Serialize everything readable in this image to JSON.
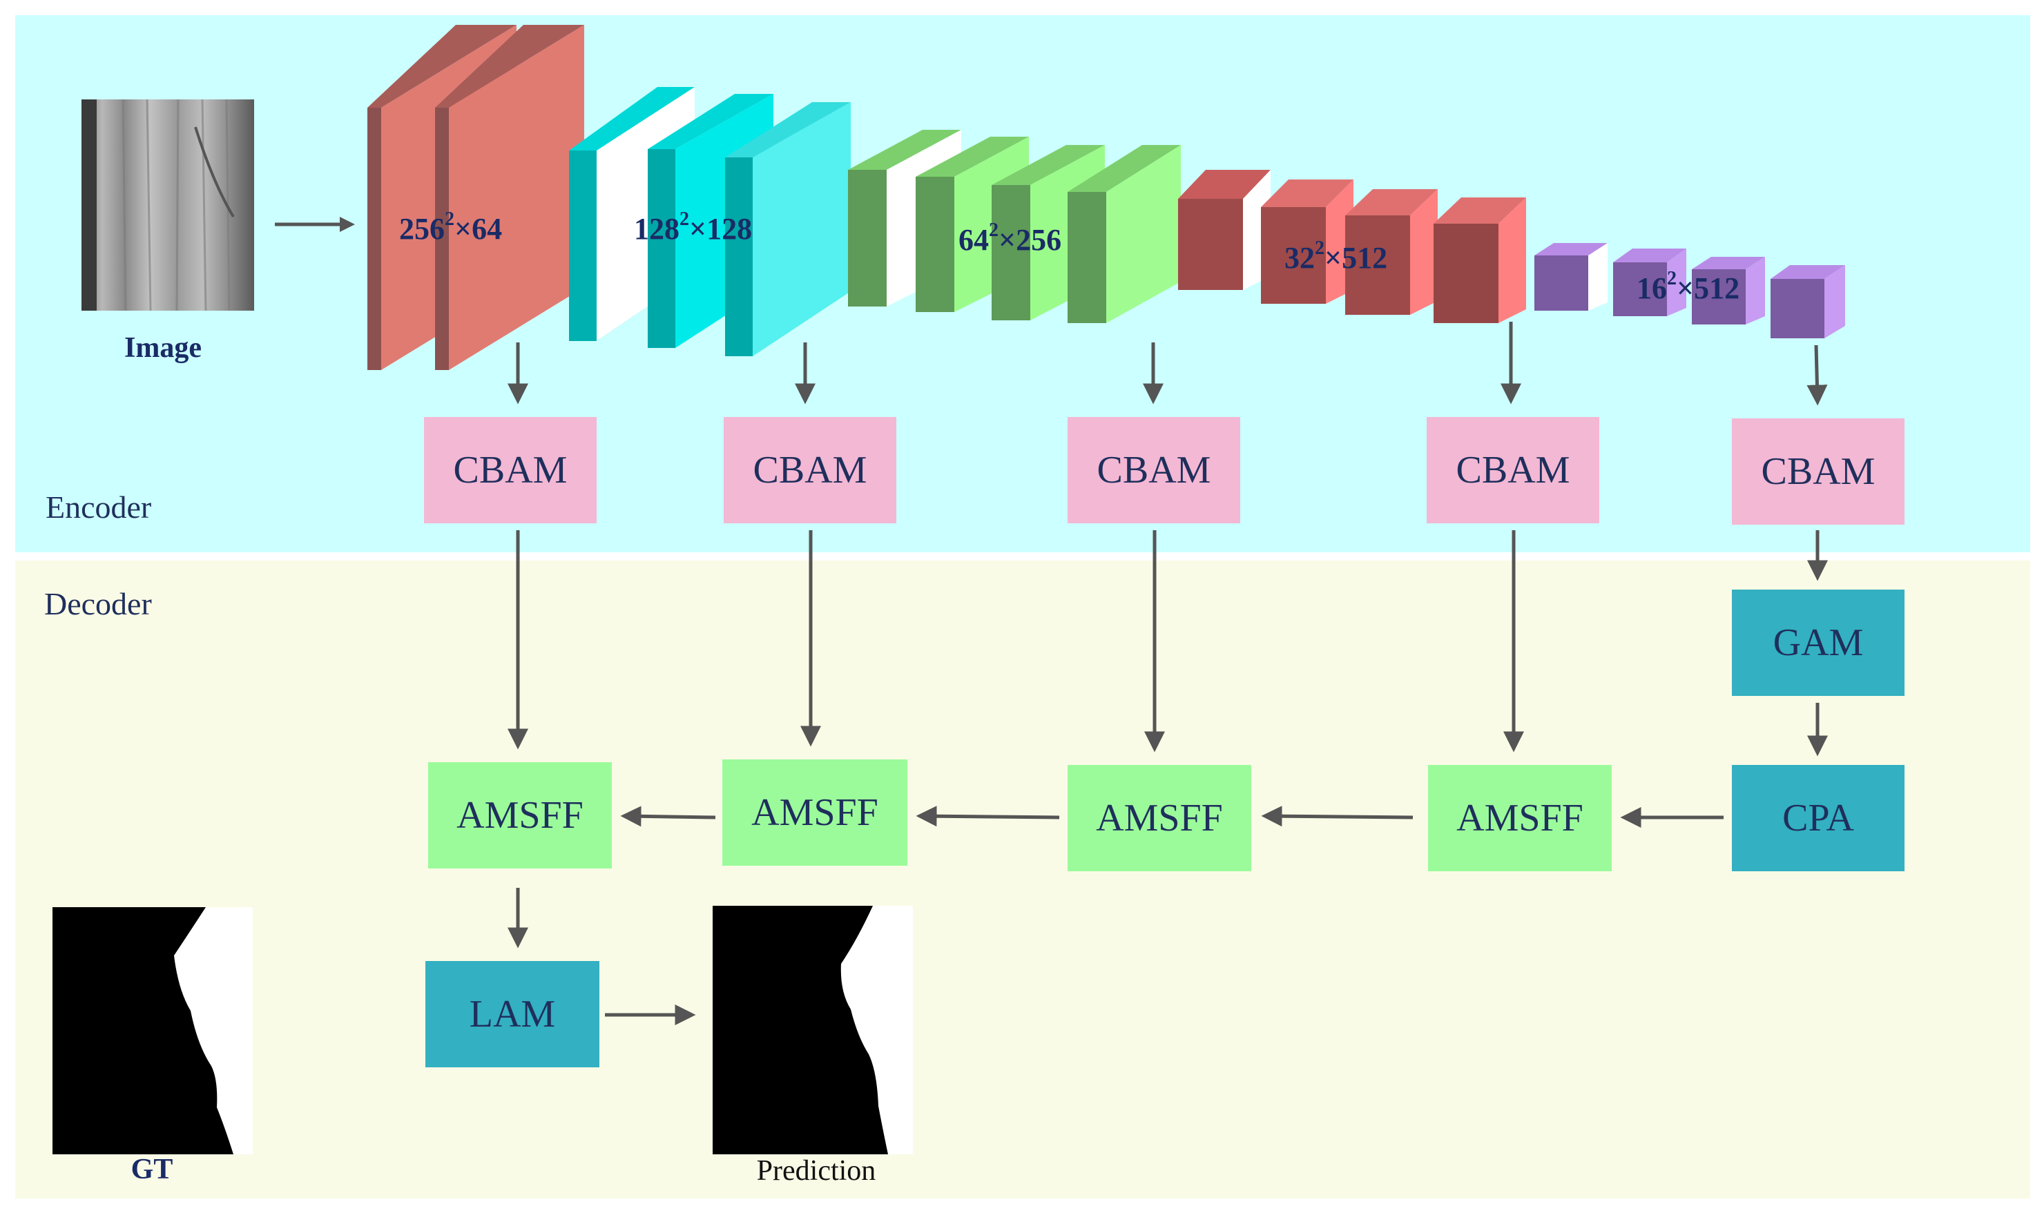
{
  "sections": {
    "encoder": "Encoder",
    "decoder": "Decoder"
  },
  "inputs": {
    "image_label": "Image",
    "gt_label": "GT",
    "prediction_label": "Prediction"
  },
  "dims": [
    {
      "base": "256",
      "exp": "2",
      "rest": "×64"
    },
    {
      "base": "128",
      "exp": "2",
      "rest": "×128"
    },
    {
      "base": "64",
      "exp": "2",
      "rest": "×256"
    },
    {
      "base": "32",
      "exp": "2",
      "rest": "×512"
    },
    {
      "base": "16",
      "exp": "2",
      "rest": "×512"
    }
  ],
  "cbam": [
    "CBAM",
    "CBAM",
    "CBAM",
    "CBAM",
    "CBAM"
  ],
  "amsff": [
    "AMSFF",
    "AMSFF",
    "AMSFF",
    "AMSFF"
  ],
  "modules": {
    "gam": "GAM",
    "cpa": "CPA",
    "lam": "LAM"
  },
  "colors": {
    "encoder_bg": "#ccffff",
    "decoder_bg": "#fafbe6",
    "stage1": "#e07b72",
    "stage2": "#00eaea",
    "stage3": "#7dcf6e",
    "stage4": "#cc5c5c",
    "stage5": "#a97ad6",
    "cbam": "#f3b8d4",
    "amsff": "#9bfb9b",
    "teal": "#33b0c2",
    "arrow": "#555555"
  }
}
